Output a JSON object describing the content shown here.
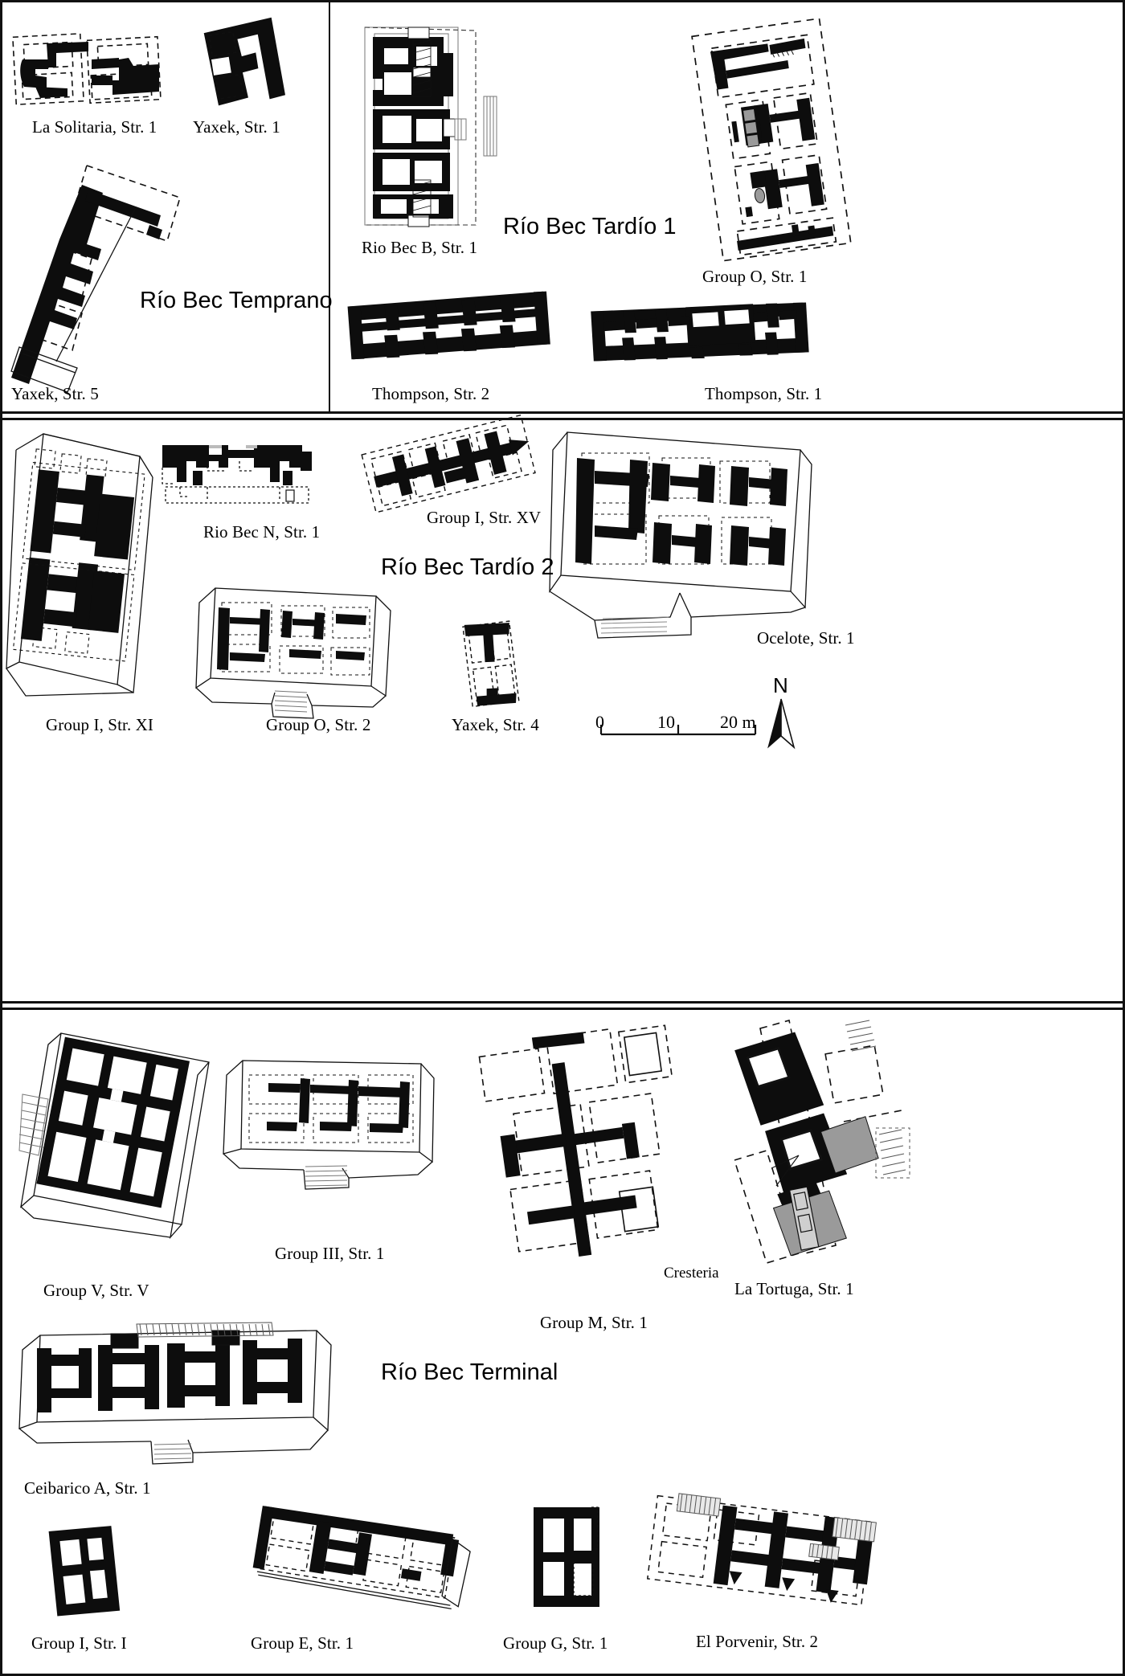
{
  "figure": {
    "title": "Río Bec architectural plans by chronological phase",
    "type": "archaeological-plan-plate"
  },
  "phases": [
    {
      "id": "temprano",
      "label": "Río Bec Temprano"
    },
    {
      "id": "tardio1",
      "label": "Río Bec Tardío 1"
    },
    {
      "id": "tardio2",
      "label": "Río Bec Tardío 2"
    },
    {
      "id": "terminal",
      "label": "Río Bec Terminal"
    }
  ],
  "plans": [
    {
      "id": "la-solitaria-1",
      "caption": "La Solitaria, Str. 1",
      "phase": "temprano"
    },
    {
      "id": "yaxek-1",
      "caption": "Yaxek, Str. 1",
      "phase": "temprano"
    },
    {
      "id": "yaxek-5",
      "caption": "Yaxek, Str. 5",
      "phase": "temprano"
    },
    {
      "id": "rio-bec-b-1",
      "caption": "Rio Bec B, Str. 1",
      "phase": "tardio1"
    },
    {
      "id": "group-o-1",
      "caption": "Group O, Str. 1",
      "phase": "tardio1"
    },
    {
      "id": "thompson-2",
      "caption": "Thompson, Str. 2",
      "phase": "tardio1"
    },
    {
      "id": "thompson-1",
      "caption": "Thompson, Str. 1",
      "phase": "tardio1"
    },
    {
      "id": "rio-bec-n-1",
      "caption": "Rio Bec N, Str. 1",
      "phase": "tardio2"
    },
    {
      "id": "group-i-xv",
      "caption": "Group I, Str. XV",
      "phase": "tardio2"
    },
    {
      "id": "ocelote-1",
      "caption": "Ocelote, Str. 1",
      "phase": "tardio2"
    },
    {
      "id": "group-i-xi",
      "caption": "Group I, Str. XI",
      "phase": "tardio2"
    },
    {
      "id": "group-o-2",
      "caption": "Group O, Str. 2",
      "phase": "tardio2"
    },
    {
      "id": "yaxek-4",
      "caption": "Yaxek, Str. 4",
      "phase": "tardio2"
    },
    {
      "id": "group-v-v",
      "caption": "Group V, Str. V",
      "phase": "terminal"
    },
    {
      "id": "group-iii-1",
      "caption": "Group III, Str. 1",
      "phase": "terminal"
    },
    {
      "id": "group-m-1",
      "caption": "Group M, Str. 1",
      "phase": "terminal"
    },
    {
      "id": "la-tortuga-1",
      "caption": "La Tortuga, Str. 1",
      "phase": "terminal"
    },
    {
      "id": "ceibarico-a-1",
      "caption": "Ceibarico A, Str. 1",
      "phase": "terminal"
    },
    {
      "id": "group-i-i",
      "caption": "Group I, Str. I",
      "phase": "terminal"
    },
    {
      "id": "group-e-1",
      "caption": "Group E, Str. 1",
      "phase": "terminal"
    },
    {
      "id": "group-g-1",
      "caption": "Group G, Str. 1",
      "phase": "terminal"
    },
    {
      "id": "el-porvenir-2",
      "caption": "El Porvenir, Str. 2",
      "phase": "terminal"
    }
  ],
  "annotations": {
    "cresteria": "Cresteria"
  },
  "scale_bar": {
    "ticks": [
      "0",
      "10",
      "20 m"
    ],
    "tick_0": "0",
    "tick_10": "10",
    "tick_20": "20 m",
    "unit": "m",
    "max_meters": 20
  },
  "north_arrow": {
    "label": "N"
  },
  "colors": {
    "wall_fill": "#0d0d0d",
    "line": "#111111",
    "gray_fill": "#9a9a9a",
    "light_gray": "#d8d8d8",
    "background": "#ffffff"
  }
}
